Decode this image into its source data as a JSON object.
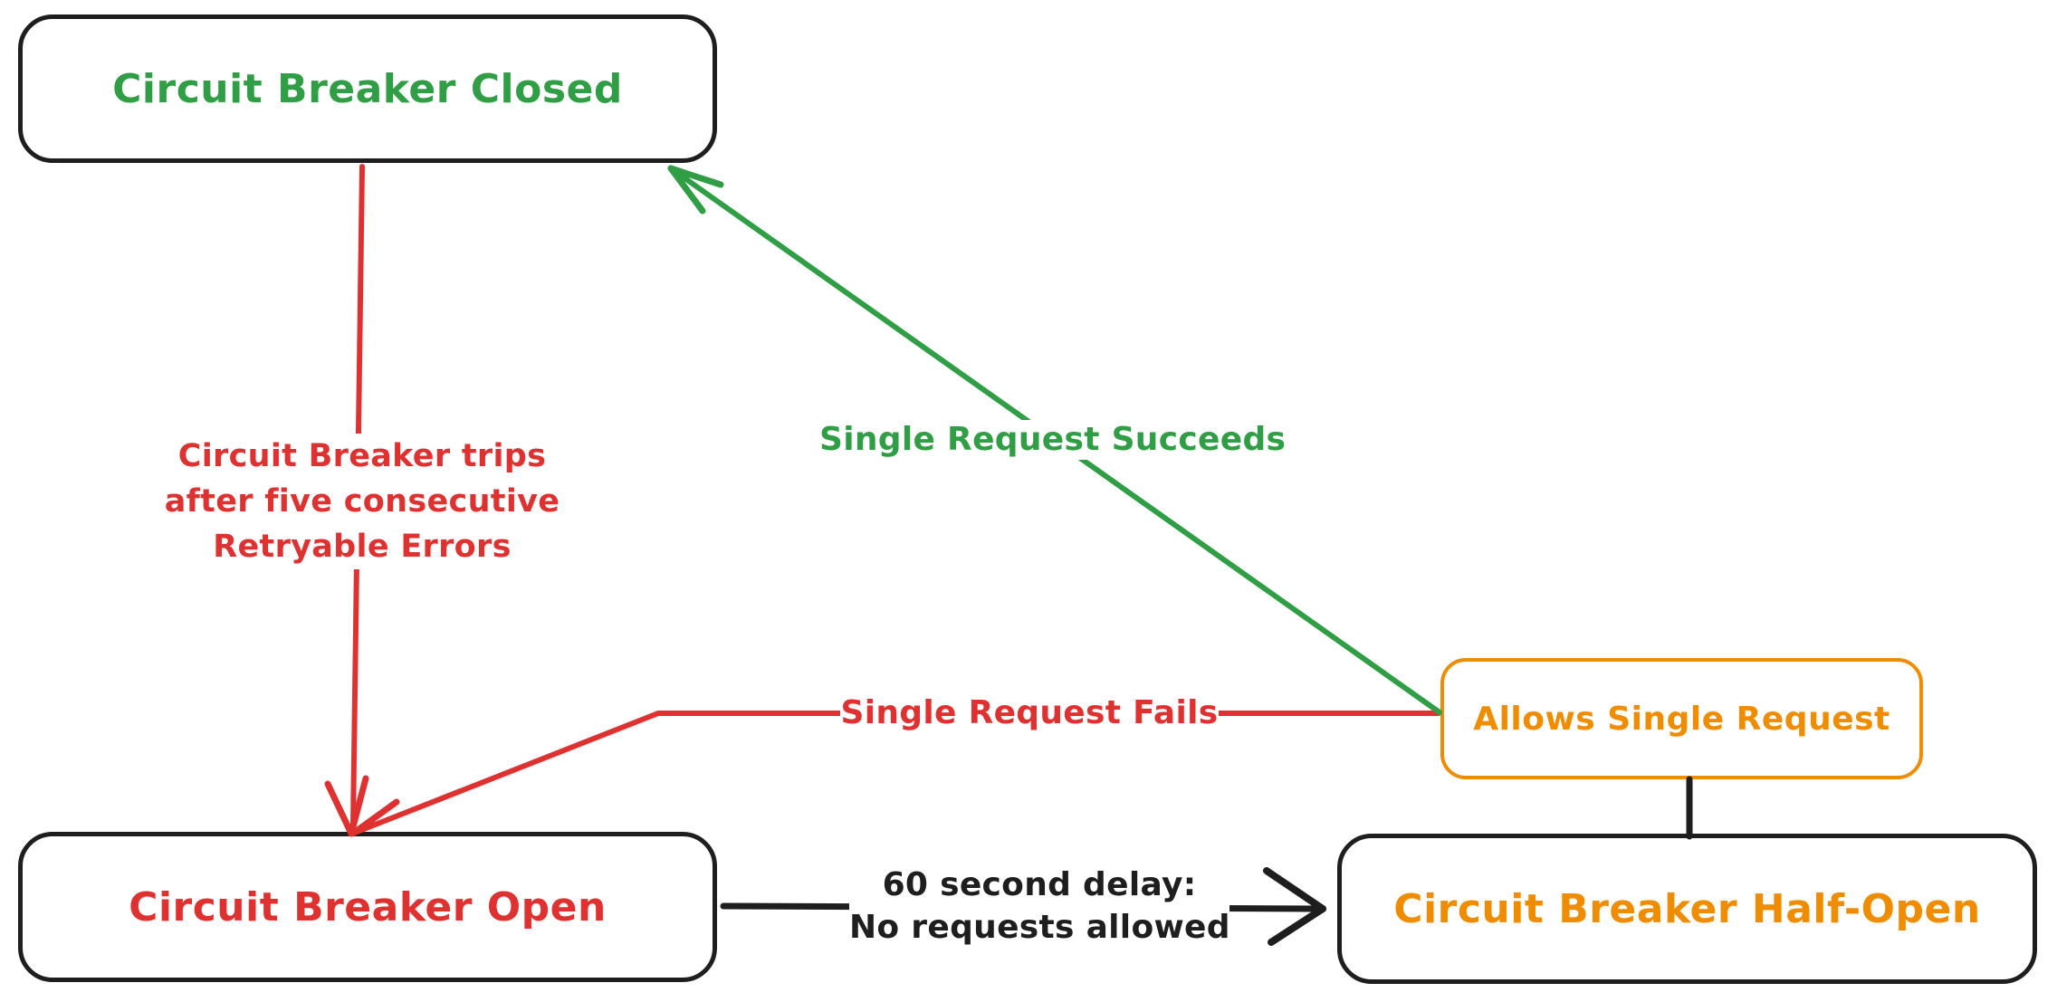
{
  "diagram": {
    "type": "state-diagram",
    "subject": "Circuit Breaker states",
    "colors": {
      "green": "#2f9e44",
      "red": "#e03131",
      "orange": "#f08c00",
      "black": "#1e1e1e",
      "background": "#ffffff"
    },
    "nodes": [
      {
        "id": "closed",
        "label": "Circuit Breaker Closed",
        "color": "#2f9e44"
      },
      {
        "id": "open",
        "label": "Circuit Breaker Open",
        "color": "#e03131"
      },
      {
        "id": "half_open",
        "label": "Circuit Breaker Half-Open",
        "color": "#f08c00"
      },
      {
        "id": "allows_single_request",
        "label": "Allows Single Request",
        "color": "#f08c00"
      }
    ],
    "edges": [
      {
        "id": "trips",
        "from": "closed",
        "to": "open",
        "color": "#e03131",
        "label_lines": [
          "Circuit Breaker trips",
          "after five consecutive",
          "Retryable Errors"
        ]
      },
      {
        "id": "succeeds",
        "from": "allows_single_request",
        "to": "closed",
        "color": "#2f9e44",
        "label": "Single Request Succeeds"
      },
      {
        "id": "fails",
        "from": "allows_single_request",
        "to": "open",
        "color": "#e03131",
        "label": "Single Request Fails"
      },
      {
        "id": "delay",
        "from": "open",
        "to": "half_open",
        "color": "#1e1e1e",
        "label_lines": [
          "60 second delay:",
          "No requests allowed"
        ]
      },
      {
        "id": "half_open_to_allows",
        "from": "half_open",
        "to": "allows_single_request",
        "color": "#1e1e1e",
        "label": ""
      }
    ]
  }
}
